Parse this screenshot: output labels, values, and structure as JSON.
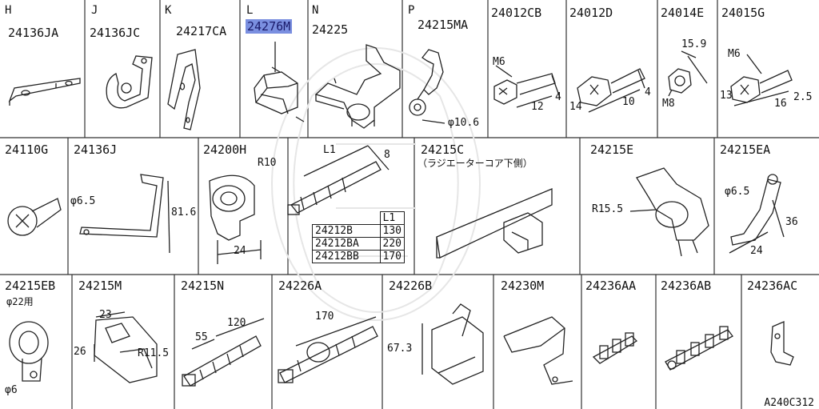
{
  "diagram": {
    "figure_code": "A240C312",
    "cells": [
      {
        "id": "h",
        "letter": "H",
        "part": "24136JA"
      },
      {
        "id": "j",
        "letter": "J",
        "part": "24136JC"
      },
      {
        "id": "k",
        "letter": "K",
        "part": "24217CA"
      },
      {
        "id": "l",
        "letter": "L",
        "part": "24276M",
        "highlighted": true
      },
      {
        "id": "n",
        "letter": "N",
        "part": "24225"
      },
      {
        "id": "p",
        "letter": "P",
        "part": "24215MA",
        "dims": [
          "φ10.6"
        ]
      },
      {
        "id": "cb",
        "part": "24012CB",
        "dims": [
          "M6",
          "12",
          "4"
        ]
      },
      {
        "id": "d",
        "part": "24012D",
        "dims": [
          "14",
          "10",
          "4"
        ]
      },
      {
        "id": "e",
        "part": "24014E",
        "dims": [
          "15.9",
          "M8"
        ]
      },
      {
        "id": "g",
        "part": "24015G",
        "dims": [
          "M6",
          "13",
          "16",
          "2.5"
        ]
      },
      {
        "id": "r2a",
        "part": "24110G"
      },
      {
        "id": "r2b",
        "part": "24136J",
        "dims": [
          "φ6.5",
          "81.6"
        ]
      },
      {
        "id": "r2c",
        "part": "24200H",
        "dims": [
          "R10",
          "24"
        ]
      },
      {
        "id": "r2d",
        "dims": [
          "L1",
          "8"
        ]
      },
      {
        "id": "r2e",
        "part": "24215C",
        "sub": "（ラジエーターコア下側）"
      },
      {
        "id": "r2f",
        "part": "24215E",
        "dims": [
          "R15.5"
        ]
      },
      {
        "id": "r2g",
        "part": "24215EA",
        "dims": [
          "φ6.5",
          "36",
          "24"
        ]
      },
      {
        "id": "r3a",
        "part": "24215EB",
        "sub": "φ22用",
        "dims": [
          "φ6"
        ]
      },
      {
        "id": "r3b",
        "part": "24215M",
        "dims": [
          "23",
          "26",
          "R11.5"
        ]
      },
      {
        "id": "r3c",
        "part": "24215N",
        "dims": [
          "55",
          "120"
        ]
      },
      {
        "id": "r3d",
        "part": "24226A",
        "dims": [
          "170"
        ]
      },
      {
        "id": "r3e",
        "part": "24226B",
        "dims": [
          "67.3"
        ]
      },
      {
        "id": "r3f",
        "part": "24230M"
      },
      {
        "id": "r3g",
        "part": "24236AA"
      },
      {
        "id": "r3h",
        "part": "24236AB"
      },
      {
        "id": "r3i",
        "part": "24236AC"
      }
    ],
    "l1_table": {
      "header": "L1",
      "rows": [
        {
          "part": "24212B",
          "value": "130"
        },
        {
          "part": "24212BA",
          "value": "220"
        },
        {
          "part": "24212BB",
          "value": "170"
        }
      ]
    }
  }
}
